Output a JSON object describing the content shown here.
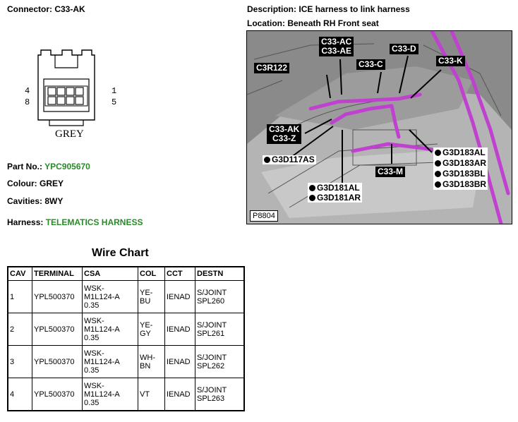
{
  "connector": {
    "label": "Connector:",
    "value": "C33-AK"
  },
  "description": {
    "label": "Description:",
    "value": "ICE harness to link harness"
  },
  "location": {
    "label": "Location:",
    "value": "Beneath RH Front seat"
  },
  "connector_drawing": {
    "pin_tl": "4",
    "pin_bl": "8",
    "pin_tr": "1",
    "pin_br": "5",
    "color_text": "GREY"
  },
  "part": {
    "label": "Part No.:",
    "value": "YPC905670"
  },
  "colour": {
    "label": "Colour:",
    "value": "GREY"
  },
  "cavities": {
    "label": "Cavities:",
    "value": "8WY"
  },
  "harness": {
    "label": "Harness:",
    "value": "TELEMATICS HARNESS"
  },
  "diagram": {
    "callouts": {
      "c33ac": "C33-AC",
      "c33ae": "C33-AE",
      "c33d": "C33-D",
      "c3r122": "C3R122",
      "c33c": "C33-C",
      "c33k": "C33-K",
      "c33ak": "C33-AK",
      "c33z": "C33-Z",
      "c33m": "C33-M"
    },
    "grounds": {
      "g117as": "G3D117AS",
      "g181al": "G3D181AL",
      "g181ar": "G3D181AR",
      "g183al": "G3D183AL",
      "g183ar": "G3D183AR",
      "g183bl": "G3D183BL",
      "g183br": "G3D183BR"
    },
    "code": "P8804",
    "harness_color": "#c040d0"
  },
  "wire_chart": {
    "title": "Wire Chart",
    "headers": [
      "CAV",
      "TERMINAL",
      "CSA",
      "COL",
      "CCT",
      "DESTN"
    ],
    "rows": [
      {
        "cav": "1",
        "terminal": "YPL500370",
        "csa_a": "WSK-",
        "csa_b": "M1L124-A",
        "csa_c": "0.35",
        "col_a": "YE-",
        "col_b": "BU",
        "cct": "IENAD",
        "dest_a": "S/JOINT",
        "dest_b": "SPL260"
      },
      {
        "cav": "2",
        "terminal": "YPL500370",
        "csa_a": "WSK-",
        "csa_b": "M1L124-A",
        "csa_c": "0.35",
        "col_a": "YE-",
        "col_b": "GY",
        "cct": "IENAD",
        "dest_a": "S/JOINT",
        "dest_b": "SPL261"
      },
      {
        "cav": "3",
        "terminal": "YPL500370",
        "csa_a": "WSK-",
        "csa_b": "M1L124-A",
        "csa_c": "0.35",
        "col_a": "WH-",
        "col_b": "BN",
        "cct": "IENAD",
        "dest_a": "S/JOINT",
        "dest_b": "SPL262"
      },
      {
        "cav": "4",
        "terminal": "YPL500370",
        "csa_a": "WSK-",
        "csa_b": "M1L124-A",
        "csa_c": "0.35",
        "col_a": "VT",
        "col_b": "",
        "cct": "IENAD",
        "dest_a": "S/JOINT",
        "dest_b": "SPL263"
      }
    ]
  }
}
